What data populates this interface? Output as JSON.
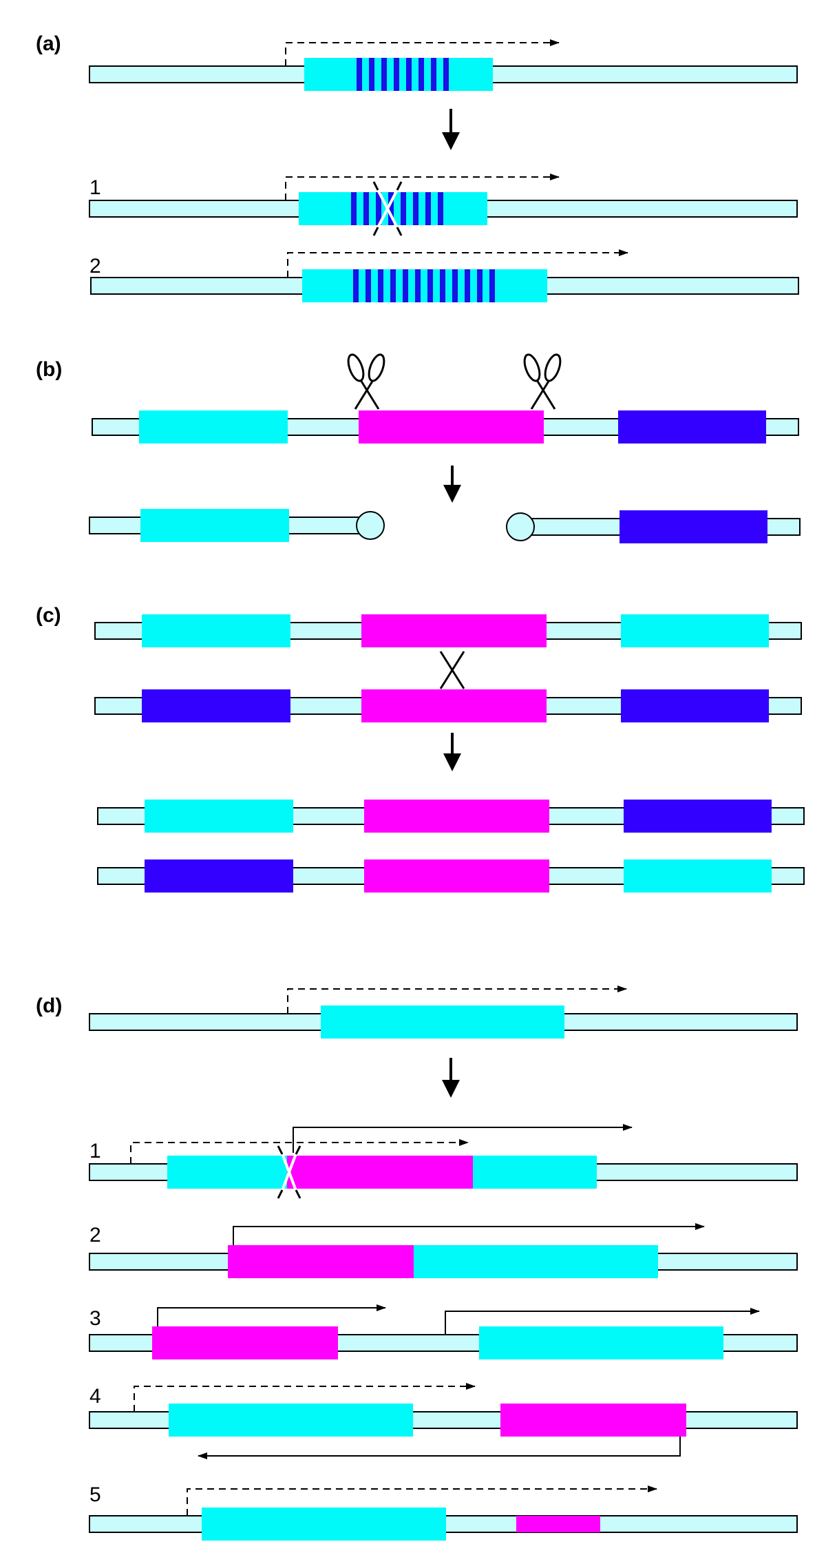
{
  "panels": {
    "a": {
      "label": "(a)",
      "rows": [
        "1",
        "2"
      ]
    },
    "b": {
      "label": "(b)"
    },
    "c": {
      "label": "(c)"
    },
    "d": {
      "label": "(d)",
      "rows": [
        "1",
        "2",
        "3",
        "4",
        "5"
      ]
    }
  },
  "colors": {
    "chromosome": "#c8fcfc",
    "gene_cyan": "#00f9f9",
    "gene_magenta": "#ff00ff",
    "gene_blue": "#3300ff",
    "repeat_stripe": "#1a11e6",
    "outline": "#000000"
  },
  "icons": [
    "arrow-down-icon",
    "scissors-icon",
    "crossover-icon",
    "transcript-arrow-icon"
  ]
}
